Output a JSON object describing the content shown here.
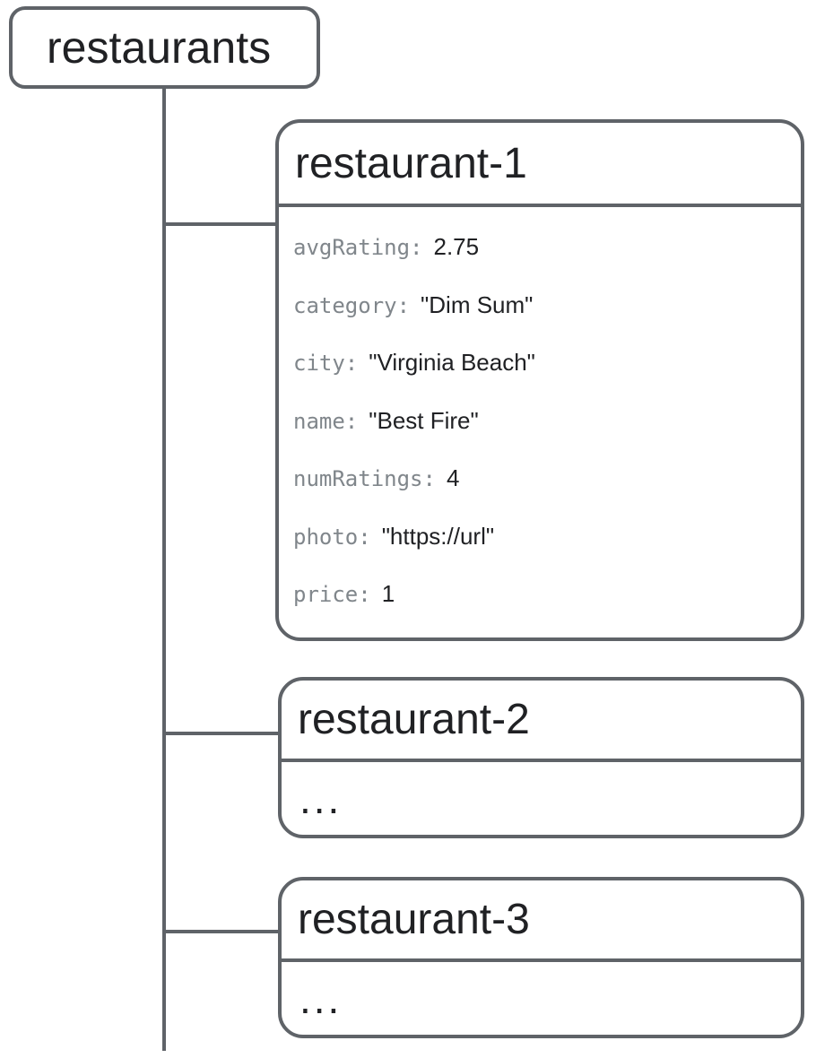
{
  "root_collection": {
    "label": "restaurants"
  },
  "documents": [
    {
      "title": "restaurant-1",
      "fields": [
        {
          "key": "avgRating:",
          "value": "2.75"
        },
        {
          "key": "category:",
          "value": "\"Dim Sum\""
        },
        {
          "key": "city:",
          "value": "\"Virginia Beach\""
        },
        {
          "key": "name:",
          "value": "\"Best Fire\""
        },
        {
          "key": "numRatings:",
          "value": "4"
        },
        {
          "key": "photo:",
          "value": "\"https://url\""
        },
        {
          "key": "price:",
          "value": "1"
        }
      ]
    },
    {
      "title": "restaurant-2",
      "body_placeholder": "..."
    },
    {
      "title": "restaurant-3",
      "body_placeholder": "..."
    }
  ],
  "colors": {
    "line": "#5f6368",
    "key_text": "#80868b",
    "value_text": "#202124",
    "title_text": "#202124",
    "background": "#ffffff"
  }
}
